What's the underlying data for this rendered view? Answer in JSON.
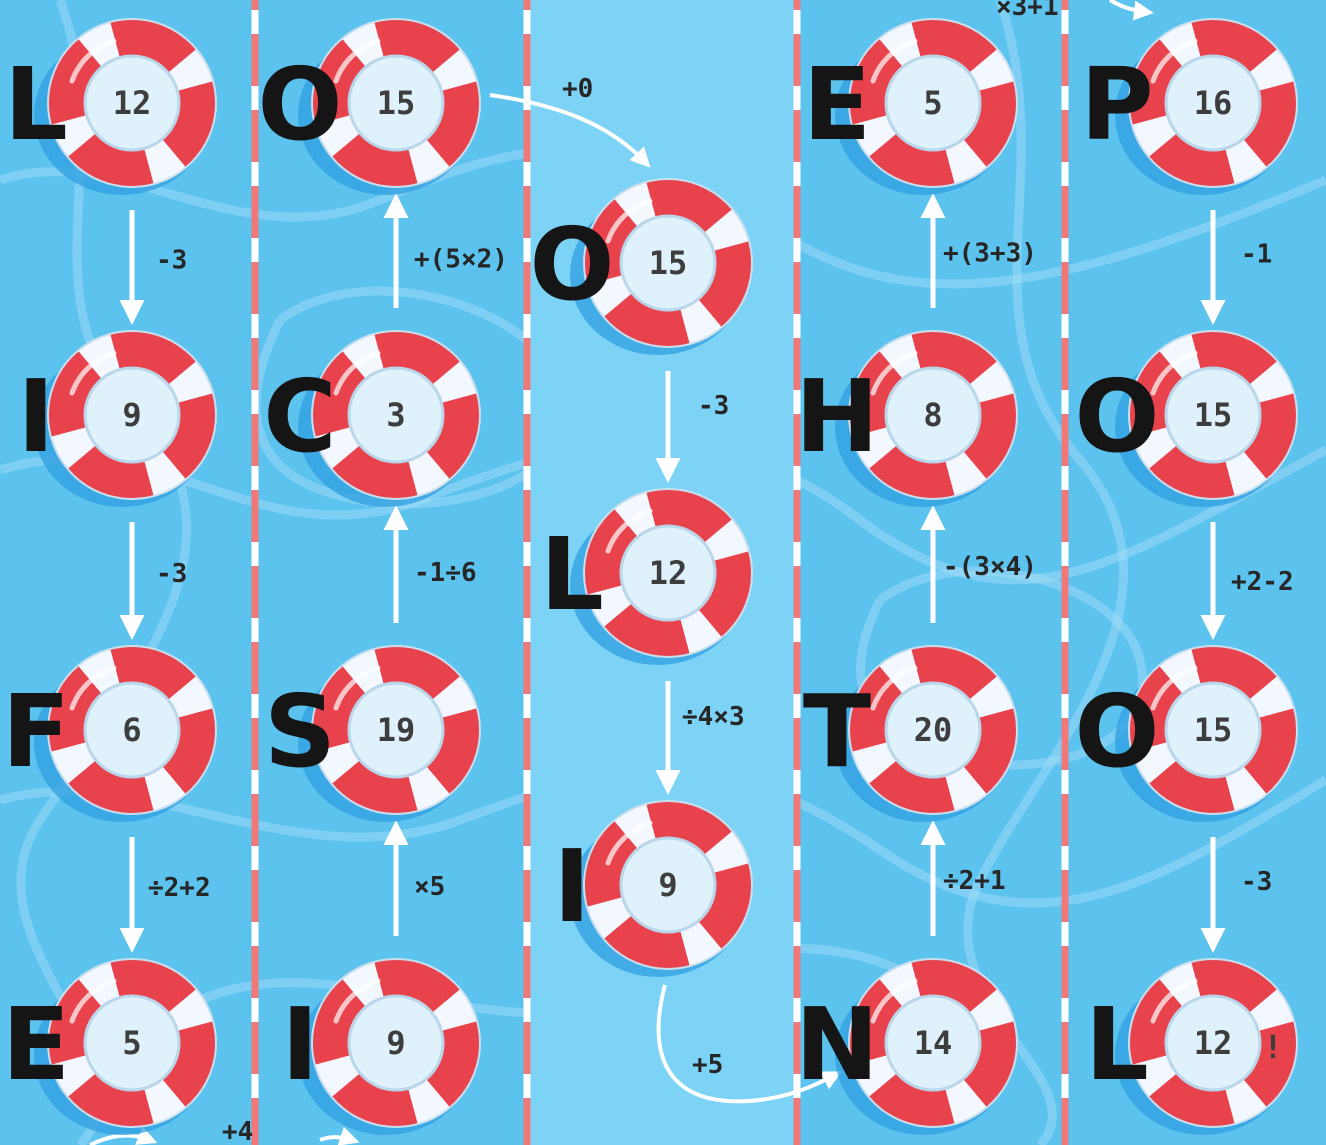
{
  "colors": {
    "water": "#5cc2ee",
    "ring_red": "#e8424c",
    "ring_white": "#f2f8fd",
    "lane_red": "#f07878",
    "lane_white": "#ffffff",
    "arrow": "#ffffff"
  },
  "columns": [
    {
      "rings": [
        {
          "letter": "L",
          "number": "12"
        },
        {
          "letter": "I",
          "number": "9"
        },
        {
          "letter": "F",
          "number": "6"
        },
        {
          "letter": "E",
          "number": "5"
        }
      ],
      "operations": [
        "-3",
        "-3",
        "÷2+2"
      ]
    },
    {
      "rings": [
        {
          "letter": "O",
          "number": "15"
        },
        {
          "letter": "C",
          "number": "3"
        },
        {
          "letter": "S",
          "number": "19"
        },
        {
          "letter": "I",
          "number": "9"
        }
      ],
      "operations": [
        "×5",
        "-1÷6",
        "+(5×2)"
      ]
    },
    {
      "rings": [
        {
          "letter": "O",
          "number": "15"
        },
        {
          "letter": "L",
          "number": "12"
        },
        {
          "letter": "I",
          "number": "9"
        }
      ],
      "operations": [
        "-3",
        "÷4×3"
      ]
    },
    {
      "rings": [
        {
          "letter": "E",
          "number": "5"
        },
        {
          "letter": "H",
          "number": "8"
        },
        {
          "letter": "T",
          "number": "20"
        },
        {
          "letter": "N",
          "number": "14"
        }
      ],
      "operations": [
        "÷2+1",
        "-(3×4)",
        "+(3+3)"
      ]
    },
    {
      "rings": [
        {
          "letter": "P",
          "number": "16"
        },
        {
          "letter": "O",
          "number": "15"
        },
        {
          "letter": "O",
          "number": "15"
        },
        {
          "letter": "L",
          "number": "12"
        }
      ],
      "operations": [
        "-1",
        "+2-2",
        "-3"
      ]
    }
  ],
  "connectors": [
    "+4",
    "+0",
    "+5",
    "×3+1"
  ],
  "finish_mark": "!"
}
